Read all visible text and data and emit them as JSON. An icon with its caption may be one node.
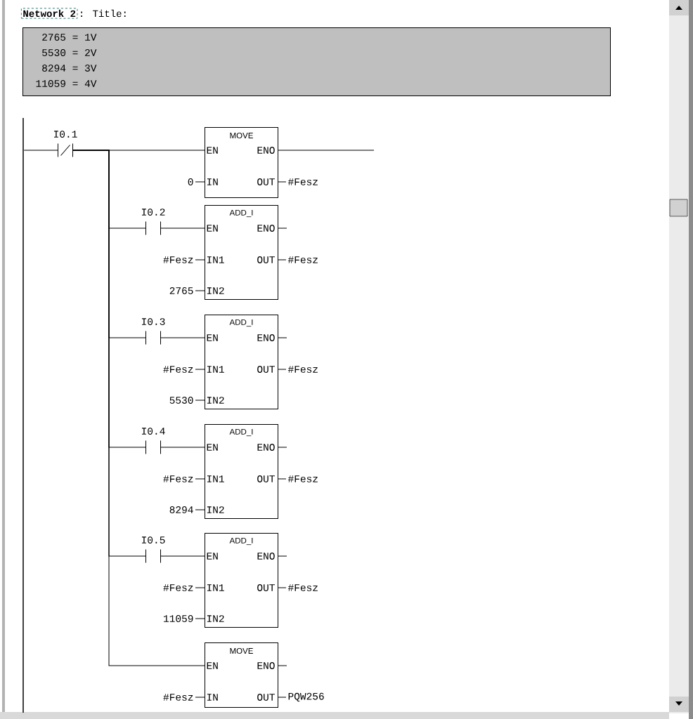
{
  "diagram": {
    "title": "Network 2",
    "labels": [
      ": Title:"
    ],
    "nodes": [
      {
        "text": [
          "2765 = 1V",
          "5530 = 2V",
          "8294 = 3V",
          "11059 = 4V"
        ]
      },
      {
        "text": [],
        "shape": "bar"
      },
      {
        "text": [
          "I0.1"
        ]
      },
      {
        "text": [
          "MOVE",
          "EN",
          "ENO",
          "IN",
          "OUT"
        ]
      },
      {
        "text": [
          "0"
        ]
      },
      {
        "text": [
          "#Fesz"
        ]
      },
      {
        "text": [
          "I0.2"
        ]
      },
      {
        "text": [
          "ADD_I",
          "EN",
          "ENO",
          "IN1",
          "OUT",
          "IN2"
        ]
      },
      {
        "text": [
          "#Fesz"
        ]
      },
      {
        "text": [
          "2765"
        ]
      },
      {
        "text": [
          "#Fesz"
        ]
      },
      {
        "text": [
          "I0.3"
        ]
      },
      {
        "text": [
          "ADD_I",
          "EN",
          "ENO",
          "IN1",
          "OUT",
          "IN2"
        ]
      },
      {
        "text": [
          "#Fesz"
        ]
      },
      {
        "text": [
          "5530"
        ]
      },
      {
        "text": [
          "#Fesz"
        ]
      },
      {
        "text": [
          "I0.4"
        ]
      },
      {
        "text": [
          "ADD_I",
          "EN",
          "ENO",
          "IN1",
          "OUT",
          "IN2"
        ]
      },
      {
        "text": [
          "#Fesz"
        ]
      },
      {
        "text": [
          "8294"
        ]
      },
      {
        "text": [
          "#Fesz"
        ]
      },
      {
        "text": [
          "I0.5"
        ]
      },
      {
        "text": [
          "ADD_I",
          "EN",
          "ENO",
          "IN1",
          "OUT",
          "IN2"
        ]
      },
      {
        "text": [
          "#Fesz"
        ]
      },
      {
        "text": [
          "11059"
        ]
      },
      {
        "text": [
          "#Fesz"
        ]
      },
      {
        "text": [
          "MOVE",
          "EN",
          "ENO",
          "IN",
          "OUT"
        ]
      },
      {
        "text": [
          "#Fesz"
        ]
      },
      {
        "text": [
          "PQW256"
        ]
      }
    ],
    "edges": [
      {
        "from": 1,
        "to": 2,
        "arrow": "none"
      },
      {
        "from": 2,
        "to": 3,
        "arrow": "none"
      },
      {
        "from": 3,
        "to": null,
        "arrow": "none"
      },
      {
        "from": 4,
        "to": 3,
        "arrow": "none"
      },
      {
        "from": 3,
        "to": 5,
        "arrow": "none"
      },
      {
        "from": 2,
        "to": 6,
        "arrow": "none"
      },
      {
        "from": 6,
        "to": 7,
        "arrow": "none"
      },
      {
        "from": 8,
        "to": 7,
        "arrow": "none"
      },
      {
        "from": 9,
        "to": 7,
        "arrow": "none"
      },
      {
        "from": 7,
        "to": 10,
        "arrow": "none"
      },
      {
        "from": 2,
        "to": 11,
        "arrow": "none"
      },
      {
        "from": 11,
        "to": 12,
        "arrow": "none"
      },
      {
        "from": 13,
        "to": 12,
        "arrow": "none"
      },
      {
        "from": 14,
        "to": 12,
        "arrow": "none"
      },
      {
        "from": 12,
        "to": 15,
        "arrow": "none"
      },
      {
        "from": 2,
        "to": 16,
        "arrow": "none"
      },
      {
        "from": 16,
        "to": 17,
        "arrow": "none"
      },
      {
        "from": 18,
        "to": 17,
        "arrow": "none"
      },
      {
        "from": 19,
        "to": 17,
        "arrow": "none"
      },
      {
        "from": 17,
        "to": 20,
        "arrow": "none"
      },
      {
        "from": 2,
        "to": 21,
        "arrow": "none"
      },
      {
        "from": 21,
        "to": 22,
        "arrow": "none"
      },
      {
        "from": 23,
        "to": 22,
        "arrow": "none"
      },
      {
        "from": 24,
        "to": 22,
        "arrow": "none"
      },
      {
        "from": 22,
        "to": 25,
        "arrow": "none"
      },
      {
        "from": 2,
        "to": 26,
        "arrow": "none"
      },
      {
        "from": 27,
        "to": 26,
        "arrow": "none"
      },
      {
        "from": 26,
        "to": 28,
        "arrow": "none"
      }
    ]
  }
}
